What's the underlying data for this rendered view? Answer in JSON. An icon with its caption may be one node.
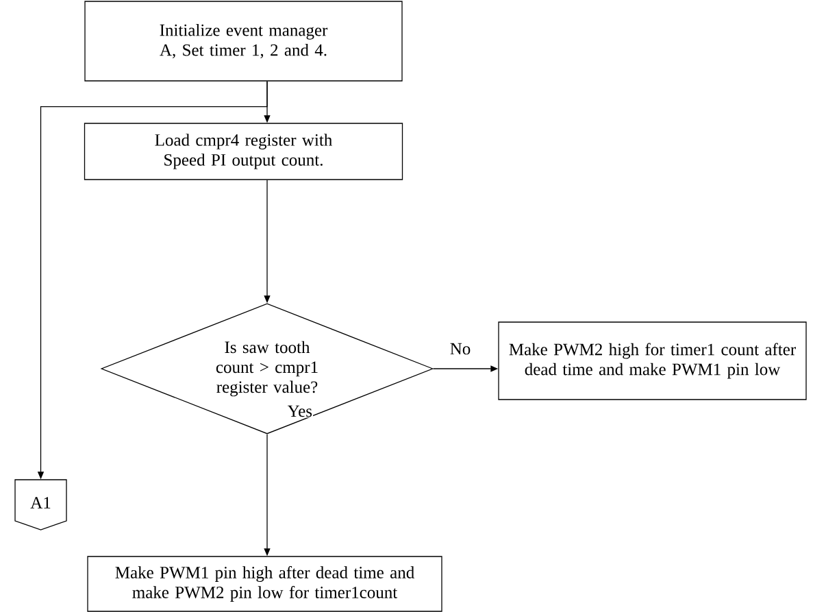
{
  "diagram": {
    "nodes": [
      {
        "text": [
          "Initialize event manager A, Set timer 1, 2 and 4."
        ]
      },
      {
        "text": [
          "Load cmpr4 register with Speed PI output count."
        ]
      },
      {
        "text": [
          "Is saw tooth count > cmpr1 register value?"
        ]
      },
      {
        "text": [
          "Make PWM2 high for timer1 count after dead time and make PWM1 pin low"
        ]
      },
      {
        "text": [
          "A1"
        ]
      },
      {
        "text": [
          "Make PWM1 pin high after dead time and make PWM2 pin low for timer1count"
        ]
      }
    ],
    "edges": [
      {
        "from": 0,
        "to": 1,
        "arrow": "to"
      },
      {
        "from": 0,
        "to": 4,
        "arrow": "to"
      },
      {
        "from": 1,
        "to": 2,
        "arrow": "to"
      },
      {
        "from": 2,
        "to": 3,
        "arrow": "to",
        "label": "No"
      },
      {
        "from": 2,
        "to": 5,
        "arrow": "to",
        "label": "Yes"
      }
    ]
  }
}
